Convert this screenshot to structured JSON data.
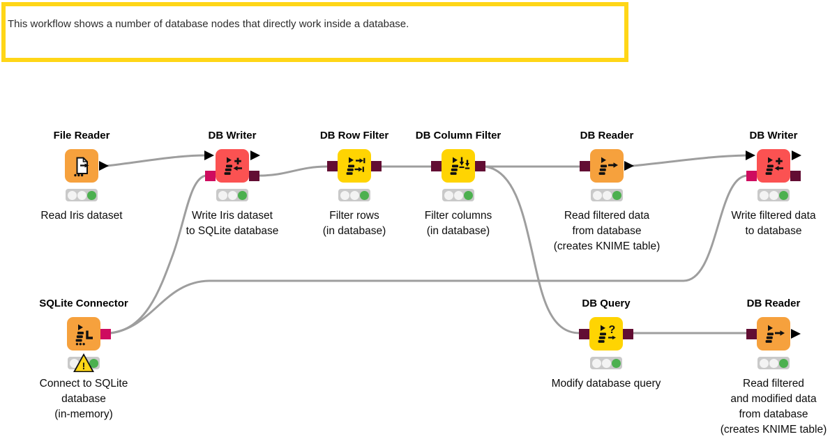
{
  "annotation": {
    "text": "This workflow shows a number of database nodes that directly work inside a database.",
    "border_color": "#FFD617"
  },
  "colors": {
    "node_orange": "#F6A13D",
    "node_red": "#FB5252",
    "node_yellow": "#FFD402",
    "port_db_data": "#620D33",
    "port_db_connection": "#CE0C5F",
    "wire_gray": "#9E9E9E",
    "status_green": "#4CB04F",
    "warning_yellow": "#FFD617"
  },
  "nodes": [
    {
      "id": "file-reader-1",
      "title": "File Reader",
      "color": "orange",
      "desc": [
        "Read Iris dataset"
      ],
      "status": "executed"
    },
    {
      "id": "db-writer-1",
      "title": "DB Writer",
      "color": "red",
      "desc": [
        "Write Iris dataset",
        "to SQLite database"
      ],
      "status": "executed"
    },
    {
      "id": "db-row-filter",
      "title": "DB Row Filter",
      "color": "yellow",
      "desc": [
        "Filter rows",
        "(in database)"
      ],
      "status": "executed"
    },
    {
      "id": "db-column-filter",
      "title": "DB Column Filter",
      "color": "yellow",
      "desc": [
        "Filter columns",
        "(in database)"
      ],
      "status": "executed"
    },
    {
      "id": "db-reader-1",
      "title": "DB Reader",
      "color": "orange",
      "desc": [
        "Read filtered data",
        "from database",
        "(creates KNIME table)"
      ],
      "status": "executed"
    },
    {
      "id": "db-writer-2",
      "title": "DB Writer",
      "color": "red",
      "desc": [
        "Write filtered data",
        "to database"
      ],
      "status": "executed"
    },
    {
      "id": "sqlite-connector",
      "title": "SQLite Connector",
      "color": "orange",
      "desc": [
        "Connect to SQLite",
        "database",
        "(in-memory)"
      ],
      "status": "executed-with-warning"
    },
    {
      "id": "db-query",
      "title": "DB Query",
      "color": "yellow",
      "desc": [
        "Modify database query"
      ],
      "status": "executed"
    },
    {
      "id": "db-reader-2",
      "title": "DB Reader",
      "color": "orange",
      "desc": [
        "Read filtered",
        "and modified data",
        "from database",
        "(creates KNIME table)"
      ],
      "status": "executed"
    }
  ]
}
